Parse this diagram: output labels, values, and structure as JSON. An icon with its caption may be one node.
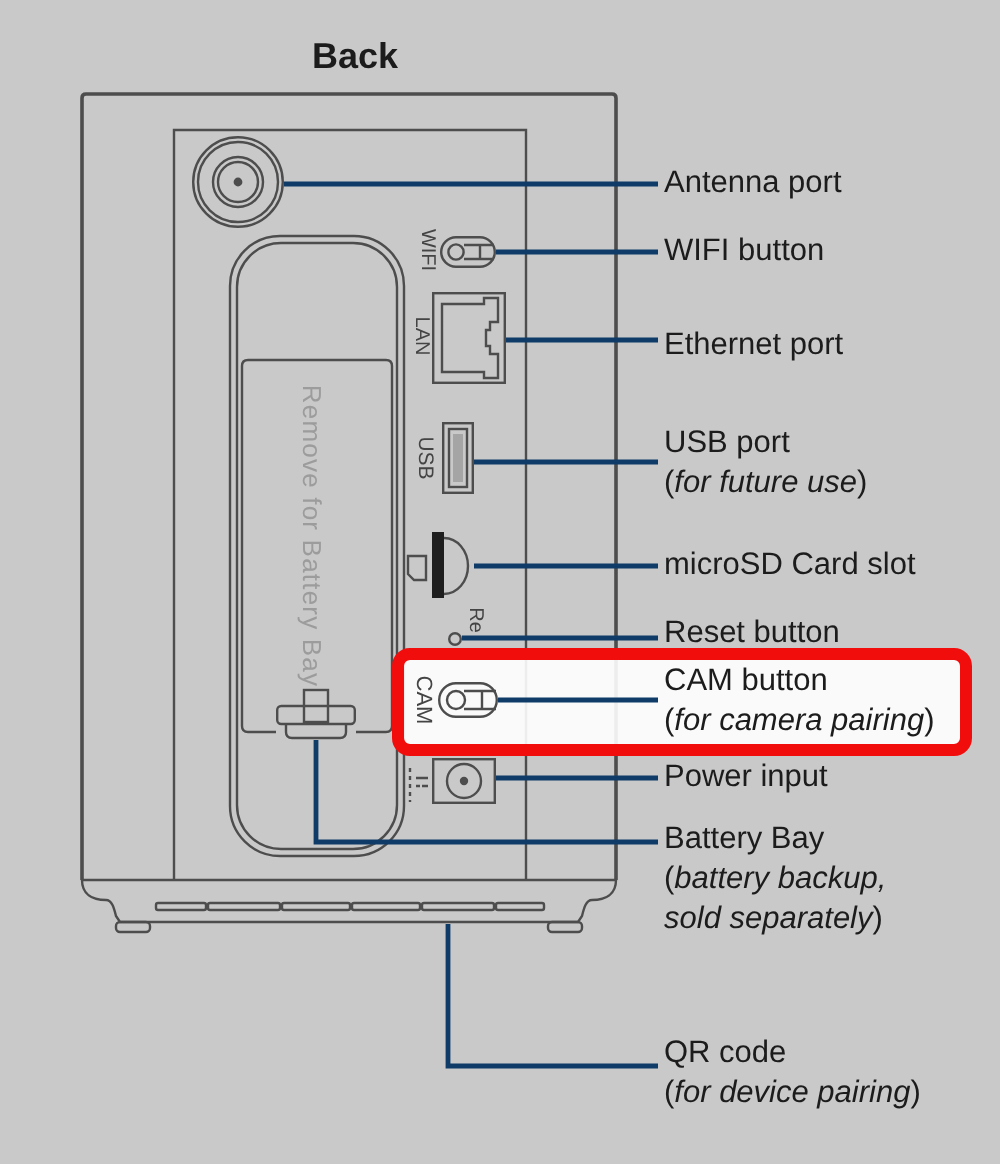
{
  "diagram": {
    "title": "Back",
    "nodes": [
      {
        "text": [
          "Antenna port"
        ]
      },
      {
        "text": [],
        "shape": "circle"
      },
      {
        "text": [
          "WIFI button"
        ]
      },
      {
        "text": [],
        "shape": "box"
      },
      {
        "text": [
          "Ethernet port"
        ]
      },
      {
        "text": [],
        "shape": "box"
      },
      {
        "text": [
          "USB port",
          "(*for future use*)"
        ]
      },
      {
        "text": [],
        "shape": "box"
      },
      {
        "text": [
          "microSD Card slot"
        ]
      },
      {
        "text": [],
        "shape": "bar"
      },
      {
        "text": [
          "Reset button"
        ]
      },
      {
        "text": [],
        "shape": "circle"
      },
      {
        "text": [],
        "shape": "box"
      },
      {
        "text": [
          "CAM button",
          "(*for camera pairing*)"
        ],
        "in": 12
      },
      {
        "text": [],
        "shape": "box",
        "in": 12
      },
      {
        "text": [
          "Power input"
        ]
      },
      {
        "text": [],
        "shape": "box"
      },
      {
        "text": [
          "Battery Bay",
          "(*battery backup, sold separately*)"
        ]
      },
      {
        "text": [],
        "shape": "box"
      },
      {
        "text": [
          "QR code",
          "(*for device pairing*)"
        ]
      }
    ],
    "edges": [
      {
        "from": 0,
        "to": 1,
        "arrow": "none"
      },
      {
        "from": 2,
        "to": 3,
        "arrow": "none"
      },
      {
        "from": 4,
        "to": 5,
        "arrow": "none"
      },
      {
        "from": 6,
        "to": 7,
        "arrow": "none"
      },
      {
        "from": 8,
        "to": 9,
        "arrow": "none"
      },
      {
        "from": 10,
        "to": 11,
        "arrow": "none"
      },
      {
        "from": 13,
        "to": 14,
        "arrow": "none"
      },
      {
        "from": 15,
        "to": 16,
        "arrow": "none"
      },
      {
        "from": 17,
        "to": 18,
        "arrow": "none"
      },
      {
        "from": 19,
        "to": null,
        "arrow": "none"
      }
    ],
    "labels": [
      "WIFI",
      "LAN",
      "USB",
      "Remove for Battery Bay",
      "Re",
      "CAM"
    ]
  }
}
